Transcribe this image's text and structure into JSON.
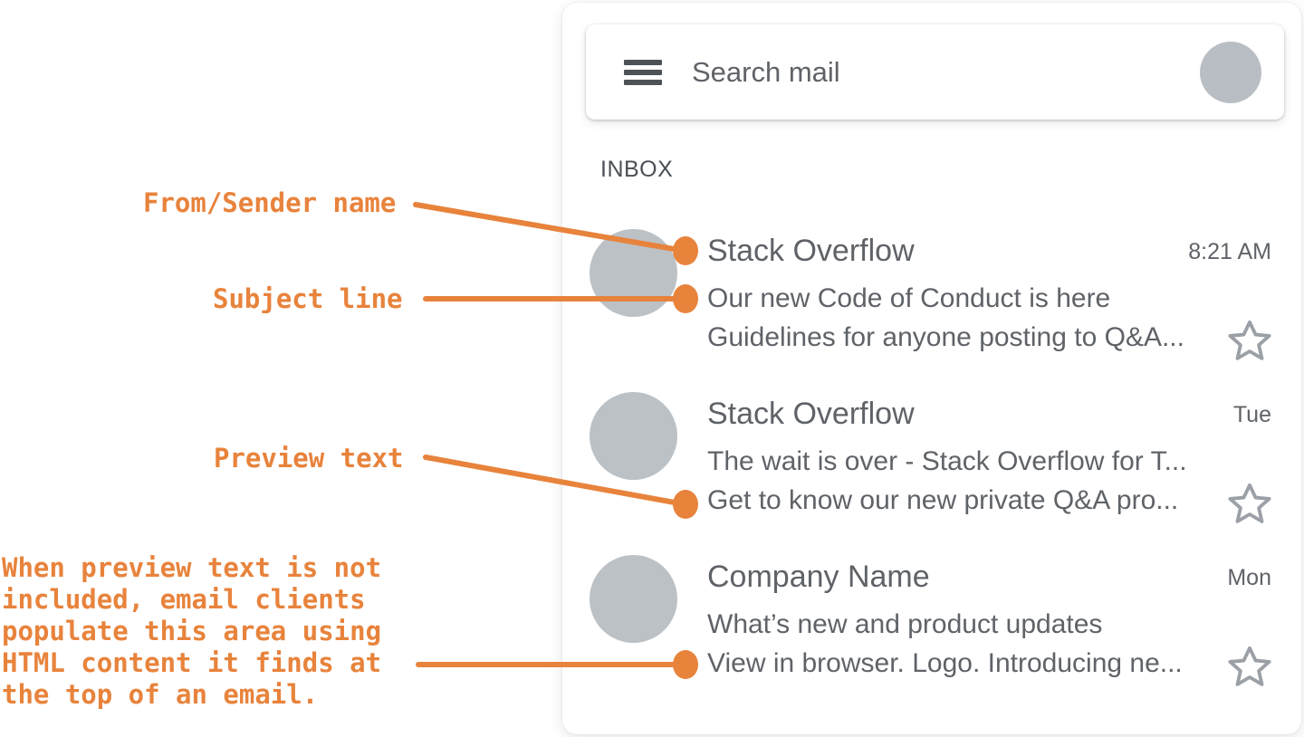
{
  "email_client": {
    "search": {
      "placeholder": "Search mail"
    },
    "inbox_label": "INBOX",
    "emails": [
      {
        "sender": "Stack Overflow",
        "time": "8:21 AM",
        "subject": "Our new Code of Conduct is here",
        "preview": "Guidelines for anyone posting to Q&A..."
      },
      {
        "sender": "Stack Overflow",
        "time": "Tue",
        "subject": "The wait is over - Stack Overflow for T...",
        "preview": "Get to know our new private Q&A pro..."
      },
      {
        "sender": "Company Name",
        "time": "Mon",
        "subject": "What’s new and product updates",
        "preview": "View in browser. Logo. Introducing ne..."
      }
    ]
  },
  "annotations": {
    "from_label": "From/Sender name",
    "subject_label": "Subject line",
    "preview_label": "Preview text",
    "note": "When preview text is not\nincluded, email clients\npopulate this area using\nHTML content it finds at\nthe top of an email.",
    "accent_color": "#E8833C"
  },
  "colors": {
    "text_gray": "#5f6368",
    "avatar_gray": "#bcc1c6",
    "star_gray": "#9aa0a6",
    "accent_orange": "#E8833C"
  },
  "icons": {
    "menu": "menu-icon",
    "star": "star-icon",
    "profile": "profile-avatar"
  }
}
